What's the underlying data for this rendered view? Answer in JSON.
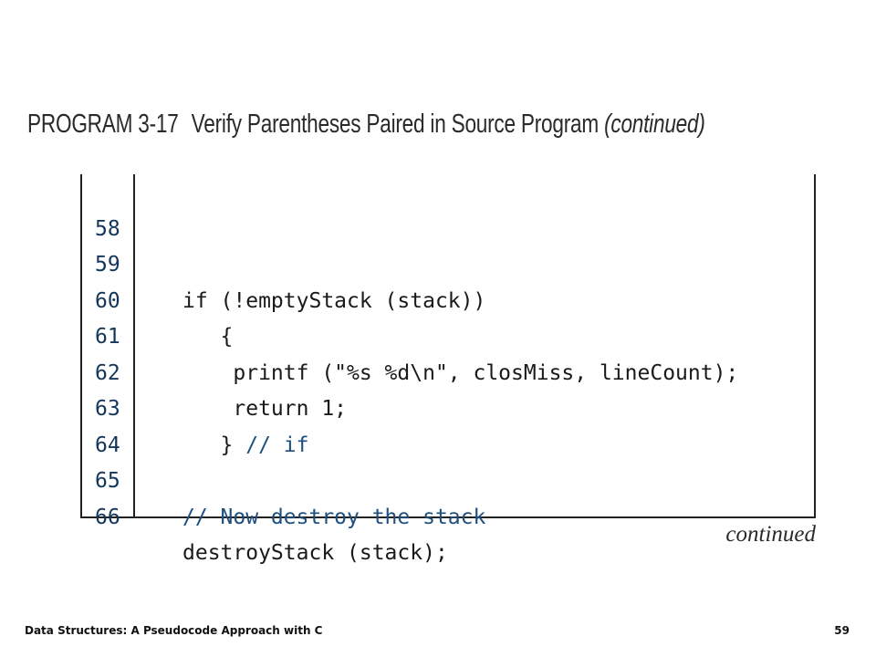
{
  "heading": {
    "program_label": "PROGRAM 3-17",
    "title": "Verify Parentheses Paired in Source Program",
    "title_suffix": "(continued)"
  },
  "code": {
    "lines": [
      {
        "number": "58",
        "text": ""
      },
      {
        "number": "59",
        "text": "if (!emptyStack (stack))"
      },
      {
        "number": "60",
        "text": "   {"
      },
      {
        "number": "61",
        "text": "    printf (\"%s %d\\n\", closMiss, lineCount);"
      },
      {
        "number": "62",
        "text": "    return 1;"
      },
      {
        "number": "63",
        "text": "   } ",
        "comment": "// if"
      },
      {
        "number": "64",
        "text": ""
      },
      {
        "number": "65",
        "text": "// Now destroy the stack",
        "is_comment": true
      },
      {
        "number": "66",
        "text": "destroyStack (stack);"
      }
    ]
  },
  "continued_note": "continued",
  "footer": {
    "book_title": "Data Structures: A Pseudocode Approach with C",
    "page_number": "59"
  },
  "colors": {
    "code_text": "#1a1a1a",
    "comment": "#1d4f80",
    "line_number": "#14365a",
    "border": "#222222"
  }
}
